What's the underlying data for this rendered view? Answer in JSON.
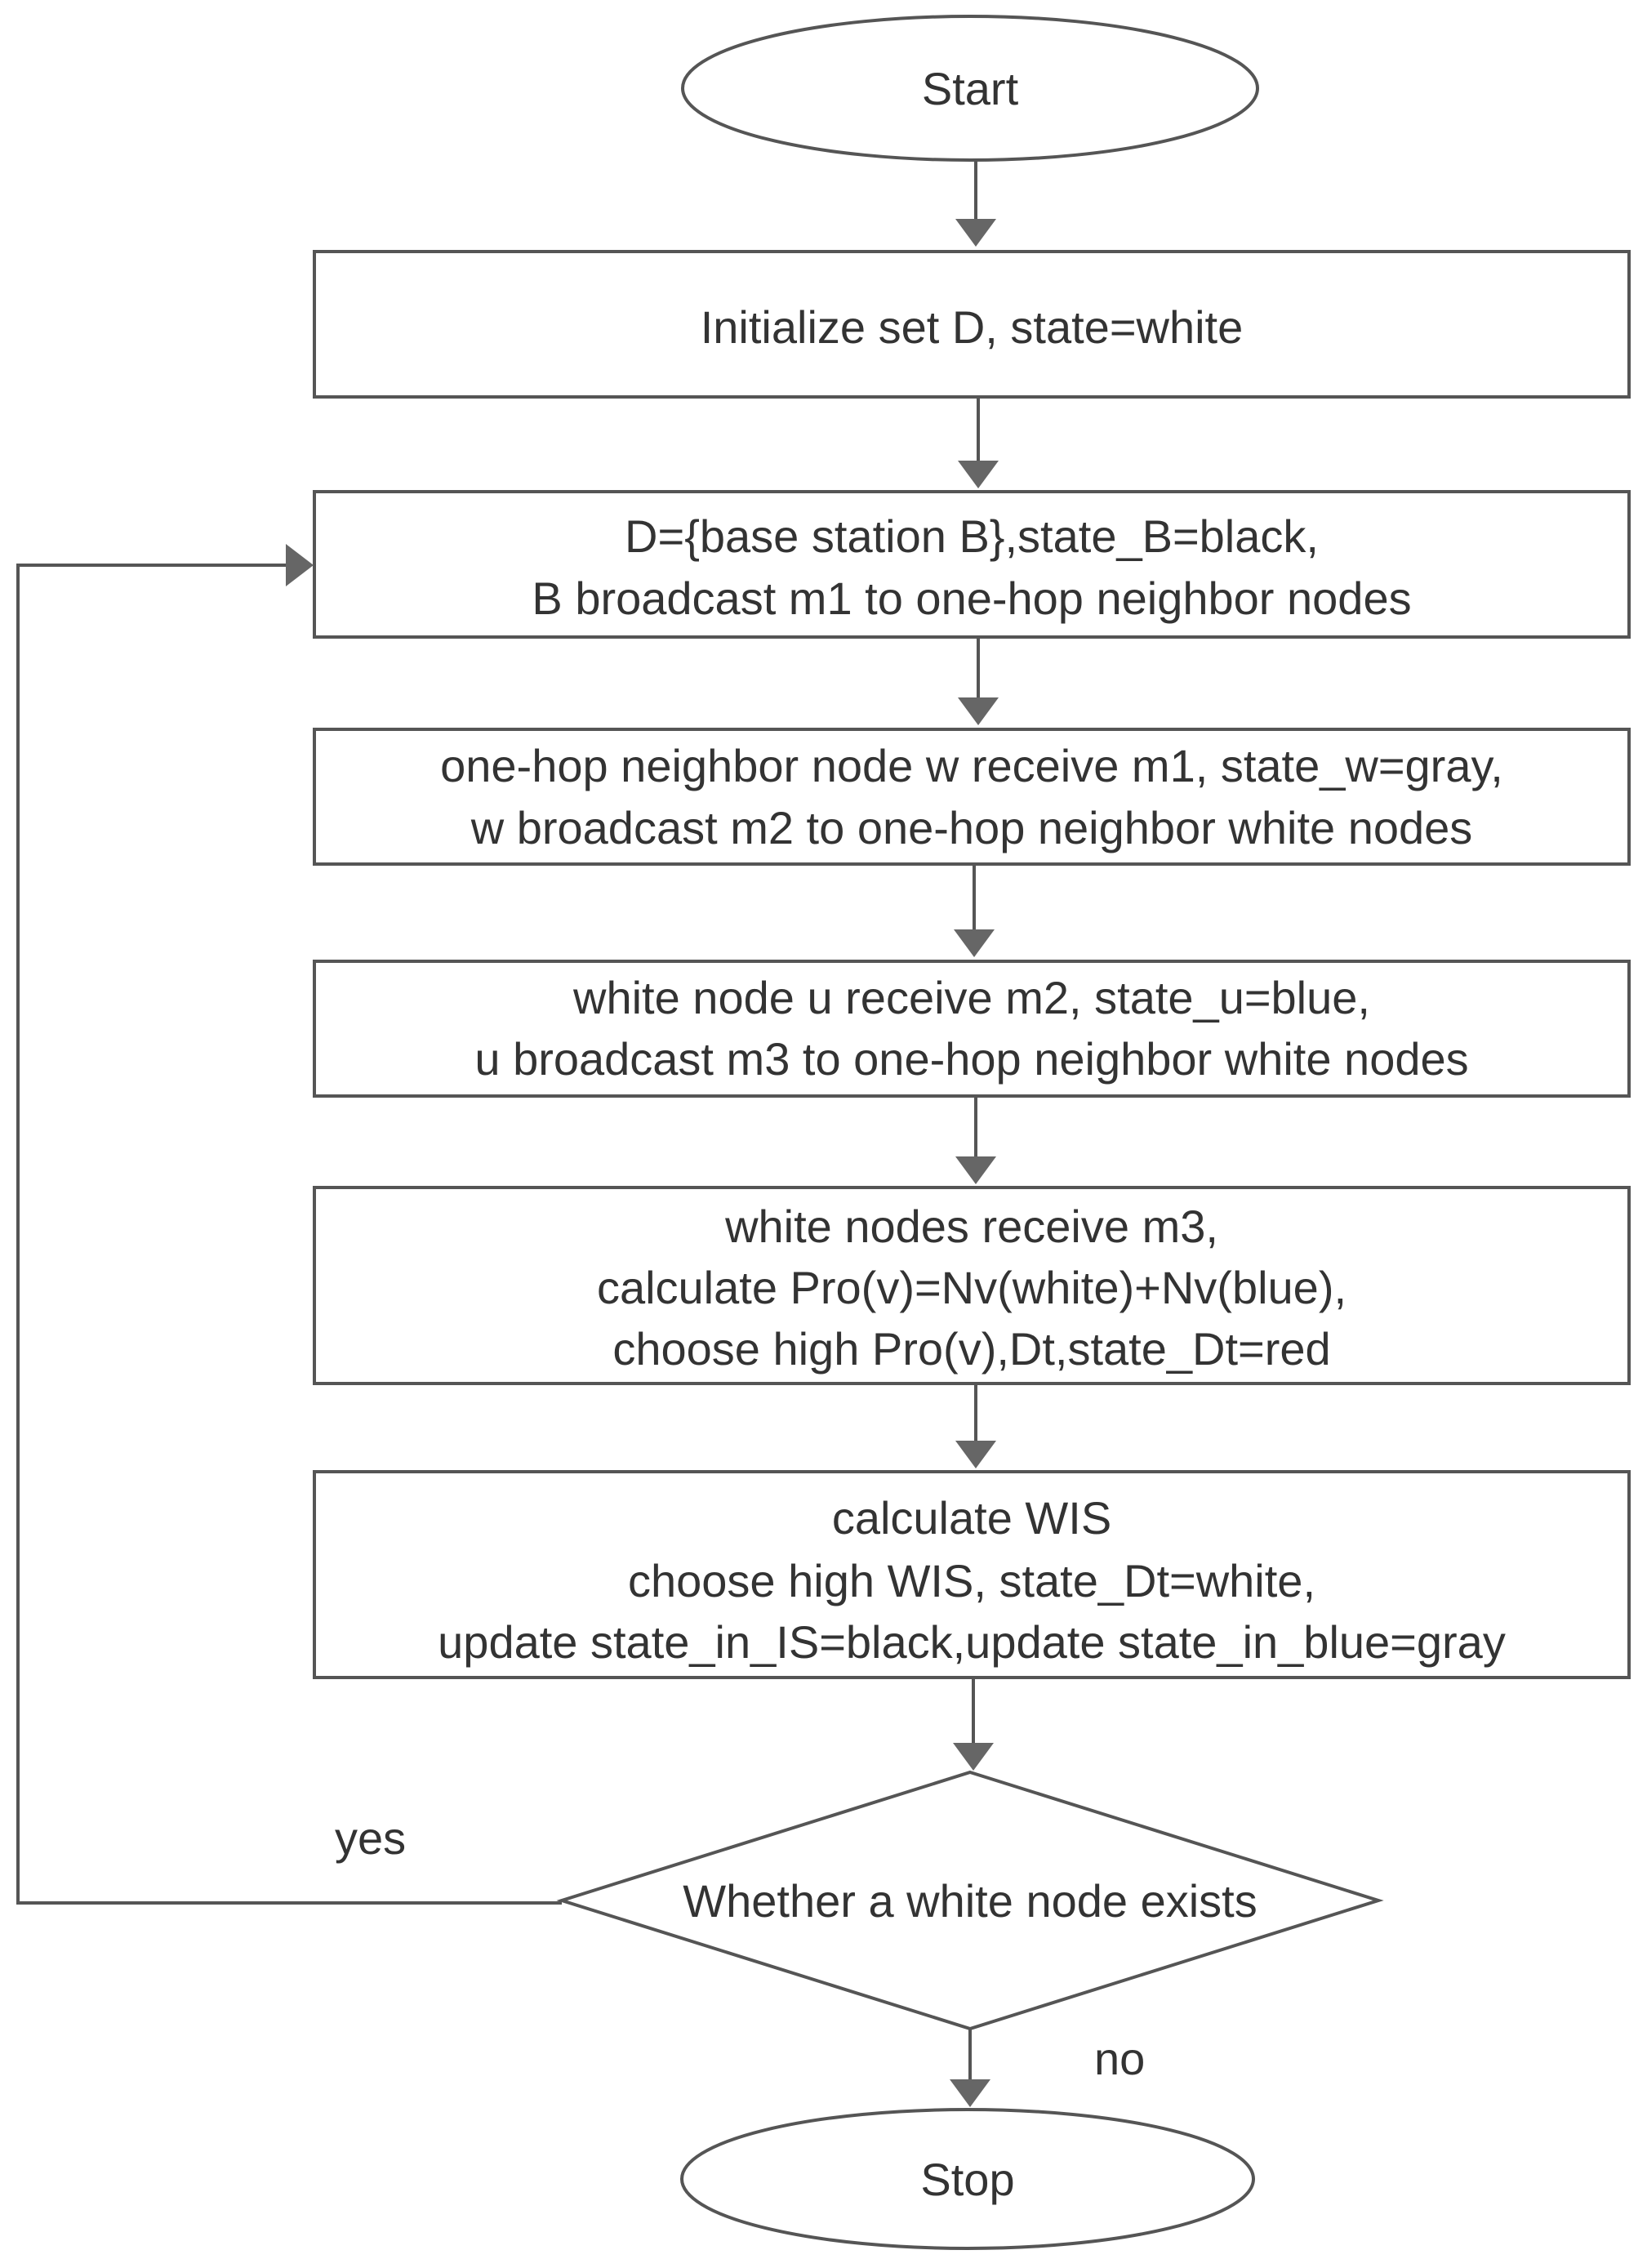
{
  "nodes": {
    "start": "Start",
    "init": "Initialize set D, state=white",
    "base_line1": "D={base station B},state_B=black,",
    "base_line2": "B broadcast m1 to one-hop neighbor nodes",
    "neighbor_line1": "one-hop neighbor node w receive m1, state_w=gray,",
    "neighbor_line2": "w broadcast m2 to one-hop neighbor white nodes",
    "white_line1": "white node u receive m2, state_u=blue,",
    "white_line2": "u broadcast m3 to one-hop neighbor white nodes",
    "calc_line1": "white nodes receive m3,",
    "calc_line2": "calculate Pro(v)=Nv(white)+Nv(blue),",
    "calc_line3": "choose high Pro(v),Dt,state_Dt=red",
    "wis_line1": "calculate WIS",
    "wis_line2": "choose high WIS, state_Dt=white,",
    "wis_line3": "update state_in_IS=black,update state_in_blue=gray",
    "decision": "Whether a white node exists",
    "stop": "Stop"
  },
  "edges": {
    "yes": "yes",
    "no": "no"
  }
}
